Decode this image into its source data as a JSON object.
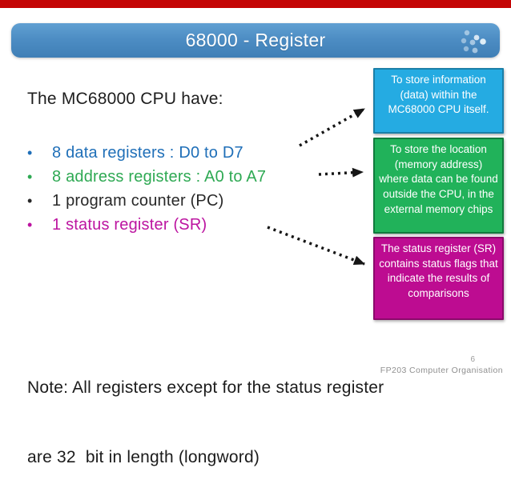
{
  "slide": {
    "title": "68000 - Register",
    "intro": "The MC68000 CPU have:",
    "bullet_char": "•",
    "bullets": [
      {
        "text": "8 data registers : D0 to D7",
        "color": "#1f6fb8"
      },
      {
        "text": "8 address registers : A0 to A7",
        "color": "#2ea953"
      },
      {
        "text": "1 program counter (PC)",
        "color": "#282828"
      },
      {
        "text": "1 status register (SR)",
        "color": "#bc14a0"
      }
    ],
    "callouts": [
      {
        "text": "To store information (data) within the MC68000 CPU itself.",
        "fill": "#25abe2",
        "border": "#1a7fa8"
      },
      {
        "text": "To store the location (memory address) where data can be found outside the CPU, in the external memory chips",
        "fill": "#21b25a",
        "border": "#117a3d"
      },
      {
        "text": "The status register (SR) contains status flags that indicate the results of comparisons",
        "fill": "#bd0c91",
        "border": "#8b0a6b"
      }
    ],
    "note_line1": "Note: All registers except for the status register",
    "note_line2": "are 32  bit in length (longword)",
    "page_number": "6",
    "footer": "FP203 Computer Organisation",
    "colors": {
      "top_strip": "#c40505",
      "titlebar_top": "#61a0d2",
      "titlebar_bottom": "#3f7fb6",
      "arrow": "#161616"
    }
  }
}
